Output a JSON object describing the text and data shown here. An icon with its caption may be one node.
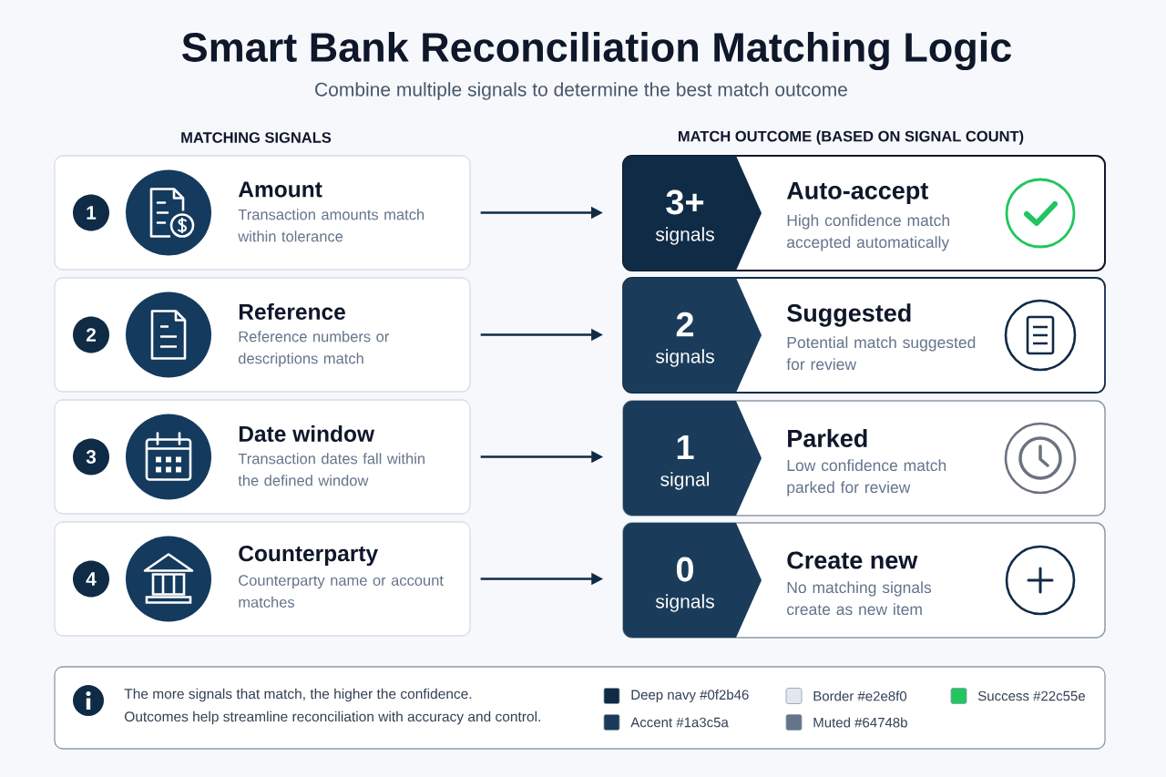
{
  "diagram": {
    "title": "Smart Bank Reconciliation Matching Logic",
    "nodes": [
      {
        "text": [
          "1",
          "Amount",
          "Transaction amounts match within tolerance"
        ]
      },
      {
        "text": [
          "2",
          "Reference",
          "Reference numbers or descriptions match"
        ]
      },
      {
        "text": [
          "3",
          "Date window",
          "Transaction dates fall within the defined window"
        ]
      },
      {
        "text": [
          "4",
          "Counterparty",
          "Counterparty name or account matches"
        ]
      },
      {
        "text": [
          "3+",
          "signals",
          "Auto-accept",
          "High confidence match accepted automatically"
        ]
      },
      {
        "text": [
          "2",
          "signals",
          "Suggested",
          "Potential match suggested for review"
        ]
      },
      {
        "text": [
          "1",
          "signal",
          "Parked",
          "Low confidence match parked for review"
        ]
      },
      {
        "text": [
          "0",
          "signals",
          "Create new",
          "No matching signals create as new item"
        ]
      },
      {
        "text": [
          "The more signals that match, the higher the confidence.",
          "Outcomes help streamline reconciliation with accuracy and control."
        ]
      }
    ],
    "edges": [
      {
        "from": 0,
        "to": 4,
        "arrow": "to"
      },
      {
        "from": 1,
        "to": 5,
        "arrow": "to"
      },
      {
        "from": 2,
        "to": 6,
        "arrow": "to"
      },
      {
        "from": 3,
        "to": 7,
        "arrow": "to"
      }
    ],
    "labels": [
      "Combine multiple signals to determine the best match outcome",
      "MATCHING SIGNALS",
      "MATCH OUTCOME (BASED ON SIGNAL COUNT)"
    ],
    "legend": [
      {
        "text": "Deep navy #0f2b46",
        "color": "#0f2b46"
      },
      {
        "text": "Border #e2e8f0",
        "color": "#e2e8f0"
      },
      {
        "text": "Success #22c55e",
        "color": "#22c55e"
      },
      {
        "text": "Accent #1a3c5a",
        "color": "#1a3c5a"
      },
      {
        "text": "Muted #64748b",
        "color": "#64748b"
      }
    ]
  }
}
